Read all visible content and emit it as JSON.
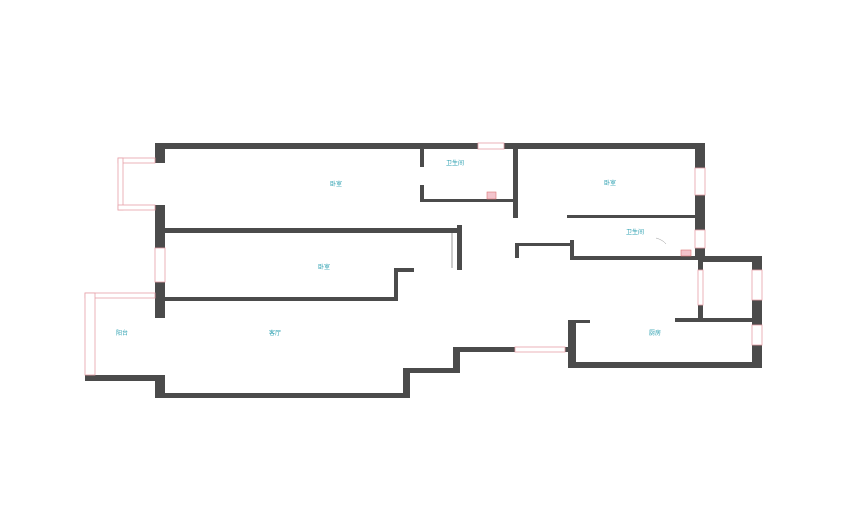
{
  "floor_plan": {
    "rooms": [
      {
        "id": "bedroom-1",
        "label": "卧室"
      },
      {
        "id": "bathroom-1",
        "label": "卫生间"
      },
      {
        "id": "bedroom-2",
        "label": "卧室"
      },
      {
        "id": "bathroom-2",
        "label": "卫生间"
      },
      {
        "id": "bedroom-3",
        "label": "卧室"
      },
      {
        "id": "living-room",
        "label": "客厅"
      },
      {
        "id": "balcony",
        "label": "阳台"
      },
      {
        "id": "kitchen",
        "label": "厨房"
      }
    ]
  },
  "colors": {
    "wall": "#4b4b4b",
    "window": "#e6a0a8",
    "label": "#2a9fb0"
  }
}
